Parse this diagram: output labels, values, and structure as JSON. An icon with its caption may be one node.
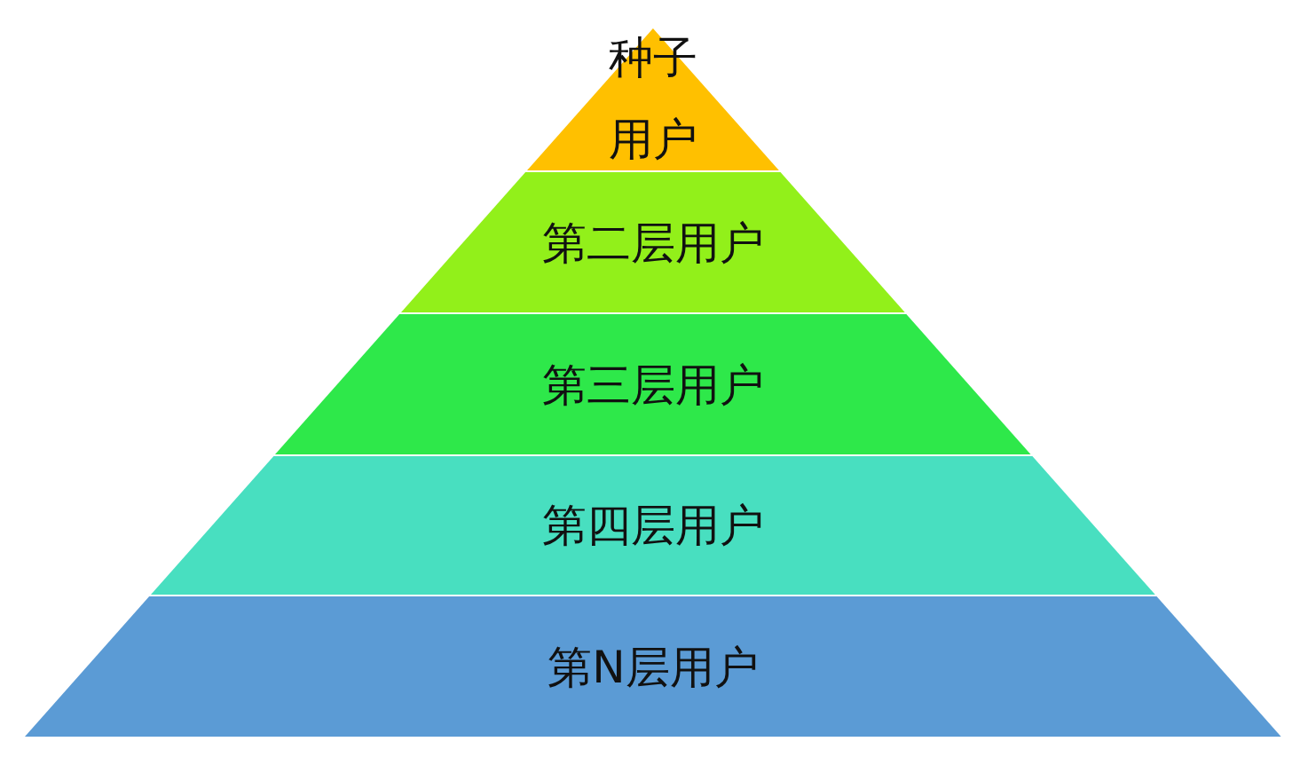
{
  "diagram": {
    "nodes": [
      {
        "text": [
          "种子用户"
        ]
      },
      {
        "text": [
          "第二层用户"
        ]
      },
      {
        "text": [
          "第三层用户"
        ]
      },
      {
        "text": [
          "第四层用户"
        ]
      },
      {
        "text": [
          "第N层用户"
        ]
      }
    ]
  }
}
